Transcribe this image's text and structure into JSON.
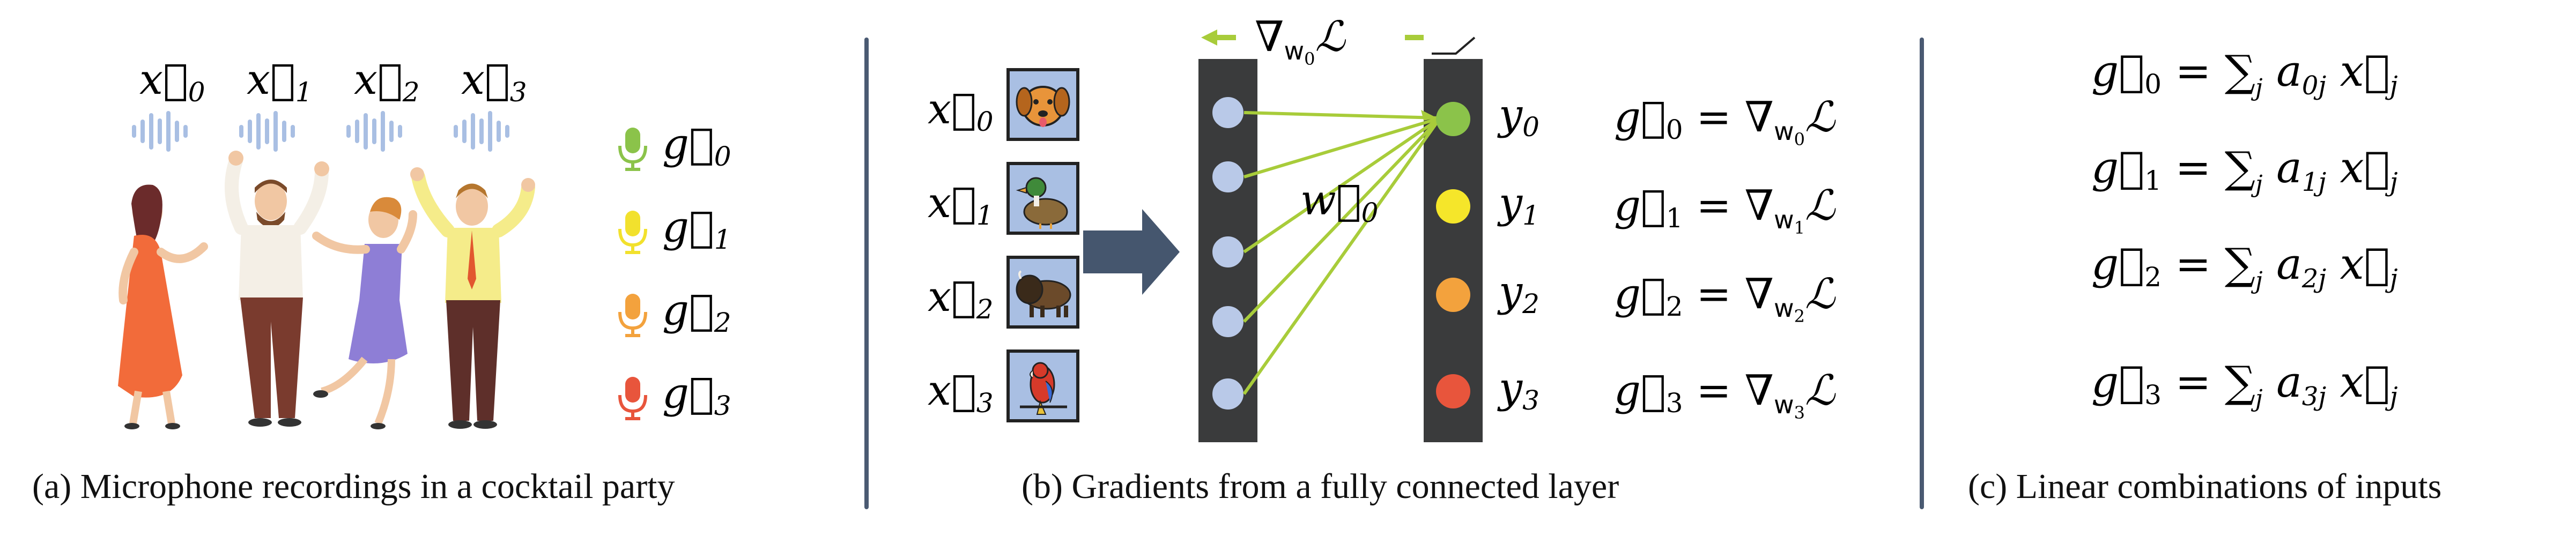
{
  "panel_a": {
    "inputs": [
      "x⃗",
      "x⃗",
      "x⃗",
      "x⃗"
    ],
    "input_subs": [
      "0",
      "1",
      "2",
      "3"
    ],
    "grads": [
      "g⃗",
      "g⃗",
      "g⃗",
      "g⃗"
    ],
    "grad_subs": [
      "0",
      "1",
      "2",
      "3"
    ],
    "mic_colors": [
      "#8bc34a",
      "#f2e12d",
      "#f3a23d",
      "#e8553c"
    ],
    "caption": "(a) Microphone recordings in a cocktail party"
  },
  "panel_b": {
    "inputs": [
      "x⃗",
      "x⃗",
      "x⃗",
      "x⃗"
    ],
    "input_subs": [
      "0",
      "1",
      "2",
      "3"
    ],
    "input_icons": [
      "dog-icon",
      "duck-icon",
      "bison-icon",
      "parrot-icon"
    ],
    "weight_label": "w⃗",
    "weight_sub": "0",
    "top_grad_label": "∇",
    "top_grad_sub": "w",
    "top_grad_subsub": "0",
    "top_grad_loss": "ℒ",
    "outputs": [
      "y",
      "y",
      "y",
      "y"
    ],
    "output_subs": [
      "0",
      "1",
      "2",
      "3"
    ],
    "output_colors": [
      "#8bc34a",
      "#f5e62a",
      "#f3a23d",
      "#e8553c"
    ],
    "grad_eqs": [
      {
        "g": "g⃗",
        "gsub": "0",
        "eq": " = ∇",
        "wsub": "w",
        "wsubsub": "0",
        "loss": "ℒ"
      },
      {
        "g": "g⃗",
        "gsub": "1",
        "eq": " = ∇",
        "wsub": "w",
        "wsubsub": "1",
        "loss": "ℒ"
      },
      {
        "g": "g⃗",
        "gsub": "2",
        "eq": " = ∇",
        "wsub": "w",
        "wsubsub": "2",
        "loss": "ℒ"
      },
      {
        "g": "g⃗",
        "gsub": "3",
        "eq": " = ∇",
        "wsub": "w",
        "wsubsub": "3",
        "loss": "ℒ"
      }
    ],
    "caption": "(b) Gradients from a fully connected layer"
  },
  "panel_c": {
    "equations": [
      {
        "g": "g⃗",
        "gsub": "0",
        "mid": " = ∑",
        "jsub": "j",
        "a": " a",
        "asub": "0j",
        "x": " x⃗",
        "xsub": "j"
      },
      {
        "g": "g⃗",
        "gsub": "1",
        "mid": " = ∑",
        "jsub": "j",
        "a": " a",
        "asub": "1j",
        "x": " x⃗",
        "xsub": "j"
      },
      {
        "g": "g⃗",
        "gsub": "2",
        "mid": " = ∑",
        "jsub": "j",
        "a": " a",
        "asub": "2j",
        "x": " x⃗",
        "xsub": "j"
      },
      {
        "g": "g⃗",
        "gsub": "3",
        "mid": " = ∑",
        "jsub": "j",
        "a": " a",
        "asub": "3j",
        "x": " x⃗",
        "xsub": "j"
      }
    ],
    "caption": "(c) Linear combinations of inputs"
  }
}
